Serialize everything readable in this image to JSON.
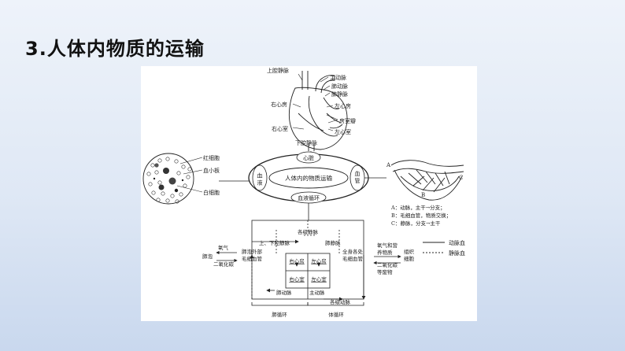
{
  "slide": {
    "title": "3.人体内物质的运输"
  },
  "center": {
    "main": "人体内的物质运输",
    "heart": "心脏",
    "blood": "血液",
    "vessel": "血管",
    "circulation": "血液循环"
  },
  "heart_labels": {
    "svc": "上腔静脉",
    "aorta": "主动脉",
    "pulm_artery": "肺动脉",
    "pulm_vein": "肺静脉",
    "ra": "右心房",
    "la": "左心房",
    "valve": "房室瓣",
    "rv": "右心室",
    "lv": "左心室",
    "ivc": "下腔静脉"
  },
  "blood_labels": {
    "rbc": "红细胞",
    "platelet": "血小板",
    "wbc": "白细胞"
  },
  "vessel_labels": {
    "a": "A",
    "b": "B",
    "c": "C",
    "note_a": "A：动脉，主干→分支；",
    "note_b": "B：毛细血管，物质交换；",
    "note_c": "C：静脉，分支→主干"
  },
  "legend": {
    "arterial": "动脉血",
    "venous": "静脉血"
  },
  "loop": {
    "veins_all": "各级静脉",
    "vc": "上、下腔静脉",
    "pv": "肺静脉",
    "ra": "右心房",
    "la": "左心房",
    "rv": "右心室",
    "lv": "左心室",
    "pa": "肺动脉",
    "ao": "主动脉",
    "arteries_all": "各级动脉",
    "lung_cap": "肺泡外部毛细血管",
    "body_cap": "全身各处毛细血管",
    "alveoli": "肺泡",
    "oxygen": "氧气",
    "co2": "二氧化碳",
    "o2_nutrients": "氧气和营养物质",
    "co2_waste": "二氧化碳等废物",
    "tissue": "组织细胞",
    "pulm_circ": "肺循环",
    "sys_circ": "体循环"
  }
}
